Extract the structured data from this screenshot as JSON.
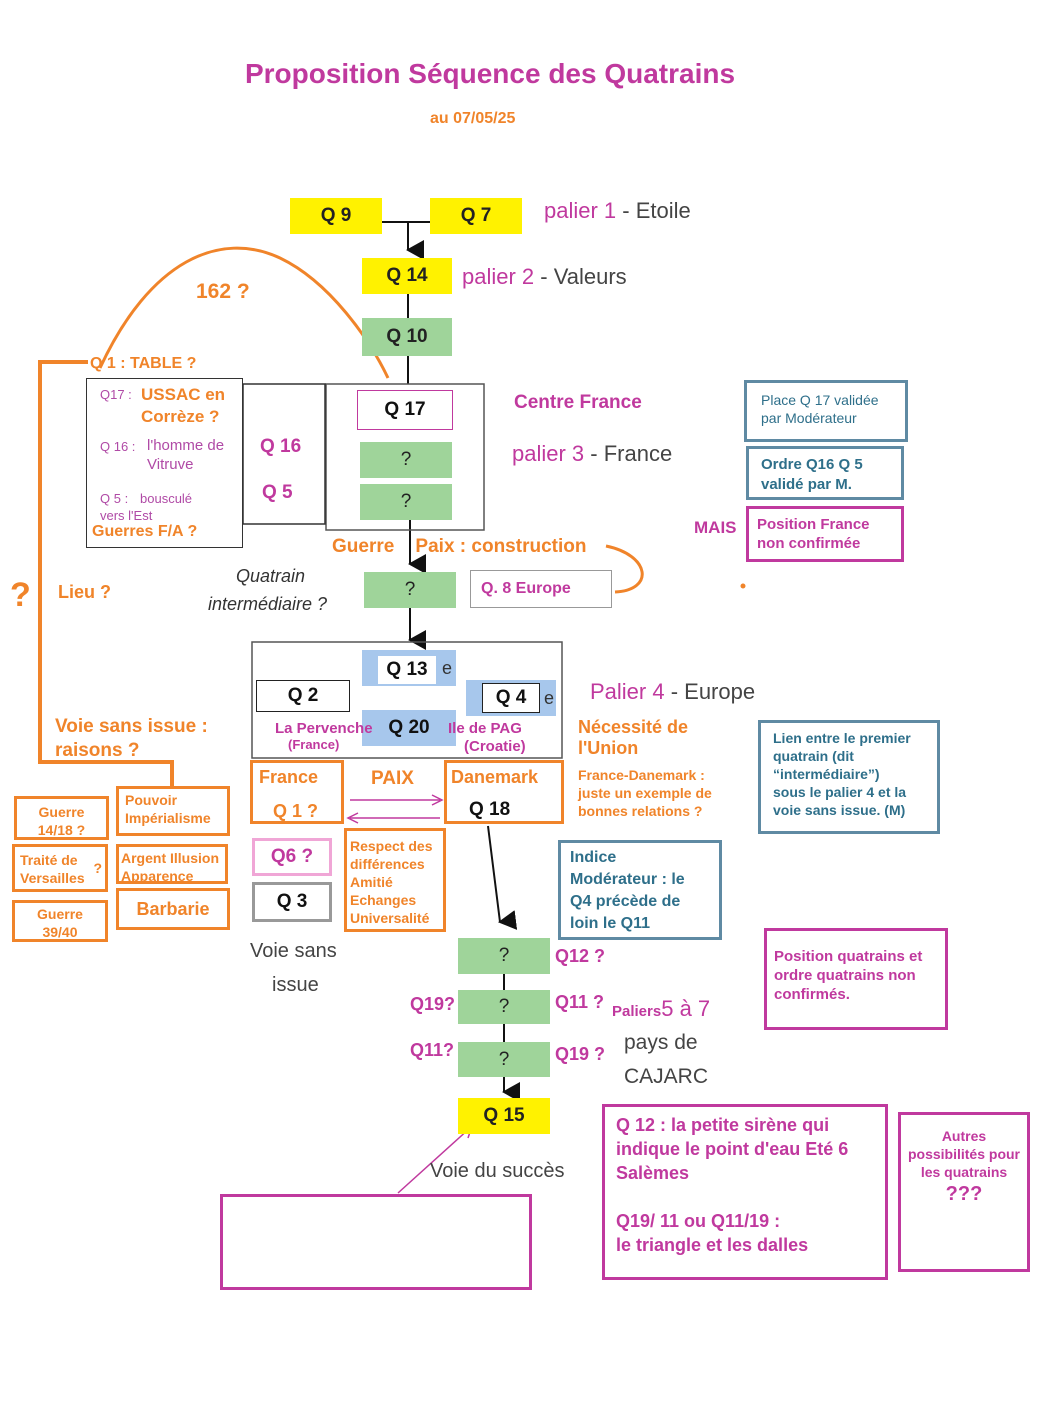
{
  "header": {
    "title": "Proposition Séquence des Quatrains",
    "date": "au 07/05/25"
  },
  "main_flow": {
    "q9": "Q 9",
    "q7": "Q 7",
    "q14": "Q 14",
    "q10": "Q 10",
    "q17": "Q 17",
    "unknown": "?",
    "q13": "Q 13",
    "q2": "Q 2",
    "q4": "Q 4",
    "q20": "Q 20",
    "q18": "Q 18",
    "q15": "Q 15",
    "q1": "Q 1 ?",
    "q6": "Q6 ?",
    "q3": "Q 3",
    "q16": "Q 16",
    "q5": "Q 5",
    "q8": "Q. 8 Europe"
  },
  "paliers": {
    "p1_key": "palier 1",
    "p1_rest": " - Etoile",
    "p2_key": "palier 2",
    "p2_rest": " - Valeurs",
    "p3_key": "palier 3",
    "p3_rest": " - France",
    "p4_key": "Palier 4",
    "p4_rest": " - Europe",
    "p5_key": "Paliers",
    "p5_num": "5 à 7",
    "pays": "pays de",
    "cajarc": "CAJARC"
  },
  "labels": {
    "n162": "162  ?",
    "q1_table": "Q 1 : TABLE ?",
    "centre_france": "Centre France",
    "guerre_paix": "Guerre    Paix : construction",
    "quatrain_1": "Quatrain",
    "quatrain_2": "intermédiaire ?",
    "qmark_big": "?",
    "lieu": "Lieu ?",
    "voie_sans_issue_1": "Voie sans issue :",
    "voie_sans_issue_2": "raisons ?",
    "la_pervenche": "La Pervenche",
    "france_paren": "(France)",
    "ile_pag": "Ile de PAG",
    "croatie": "(Croatie)",
    "necessite_1": "Nécessité de",
    "necessite_2": "l'Union",
    "fd_1": "France-Danemark :",
    "fd_2": "juste un exemple de",
    "fd_3": "bonnes relations ?",
    "paix": "PAIX",
    "france": "France",
    "danemark": "Danemark",
    "mais": "MAIS",
    "voie_si_1": "Voie sans",
    "voie_si_2": "issue",
    "voie_succes": "Voie du succès",
    "q12_q": "Q12 ?",
    "q11_q": "Q11 ?",
    "q19_q": "Q19 ?",
    "q19_left": "Q19?",
    "q11_left": "Q11?",
    "e_suffix": "e"
  },
  "left_panel": {
    "q17_prefix": "Q17 :",
    "q17_text_1": "USSAC en",
    "q17_text_2": "Corrèze ?",
    "q16_prefix": "Q 16 :",
    "q16_text_1": "l'homme de",
    "q16_text_2": "Vitruve",
    "q5_prefix": "Q 5 :",
    "q5_text_1": "bousculé",
    "q5_text_2": "vers l'Est",
    "guerres": "Guerres F/A ?"
  },
  "orange_boxes": {
    "guerre_1418_1": "Guerre",
    "guerre_1418_2": "14/18 ?",
    "pouvoir_1": "Pouvoir",
    "pouvoir_2": "Impérialisme",
    "traite_1": "Traité de",
    "traite_2": "Versailles",
    "traite_q": "?",
    "argent_1": "Argent Illusion",
    "argent_2": "Apparence",
    "guerre_3940_1": "Guerre",
    "guerre_3940_2": "39/40",
    "barbarie": "Barbarie",
    "respect_1": "Respect des",
    "respect_2": "différences",
    "respect_3": "Amitié",
    "respect_4": "Echanges",
    "respect_5": "Universalité"
  },
  "right_notes": {
    "place_q17_1": "Place Q 17 validée",
    "place_q17_2": "par Modérateur",
    "ordre_1": "Ordre Q16 Q 5",
    "ordre_2": "validé par M.",
    "position_france_1": "Position France",
    "position_france_2": "non confirmée",
    "lien_1": "Lien entre le premier",
    "lien_2": "quatrain (dit",
    "lien_3": "“intermédiaire”)",
    "lien_4": "sous le palier 4 et la",
    "lien_5": "voie sans issue. (M)",
    "indice_1": "Indice",
    "indice_2": "Modérateur : le",
    "indice_3": "Q4 précède de",
    "indice_4": "loin le Q11",
    "position_q_1": "Position quatrains et",
    "position_q_2": "ordre quatrains non",
    "position_q_3": "confirmés.",
    "q12_sirene_1": "Q 12 : la petite sirène qui",
    "q12_sirene_2": "indique le point d'eau Eté 6",
    "q12_sirene_3": "Salèmes",
    "q19_11_1": "Q19/ 11 ou Q11/19 :",
    "q19_11_2": "le triangle et les dalles",
    "autres_1": "Autres",
    "autres_2": "possibilités pour",
    "autres_3": "les quatrains",
    "autres_4": "???"
  },
  "colors": {
    "purple": "#c0399e",
    "orange": "#f0842a",
    "yellow": "#fff200",
    "green": "#9fd49a",
    "blue": "#a7c7ec",
    "teal": "#2e6f8a"
  }
}
